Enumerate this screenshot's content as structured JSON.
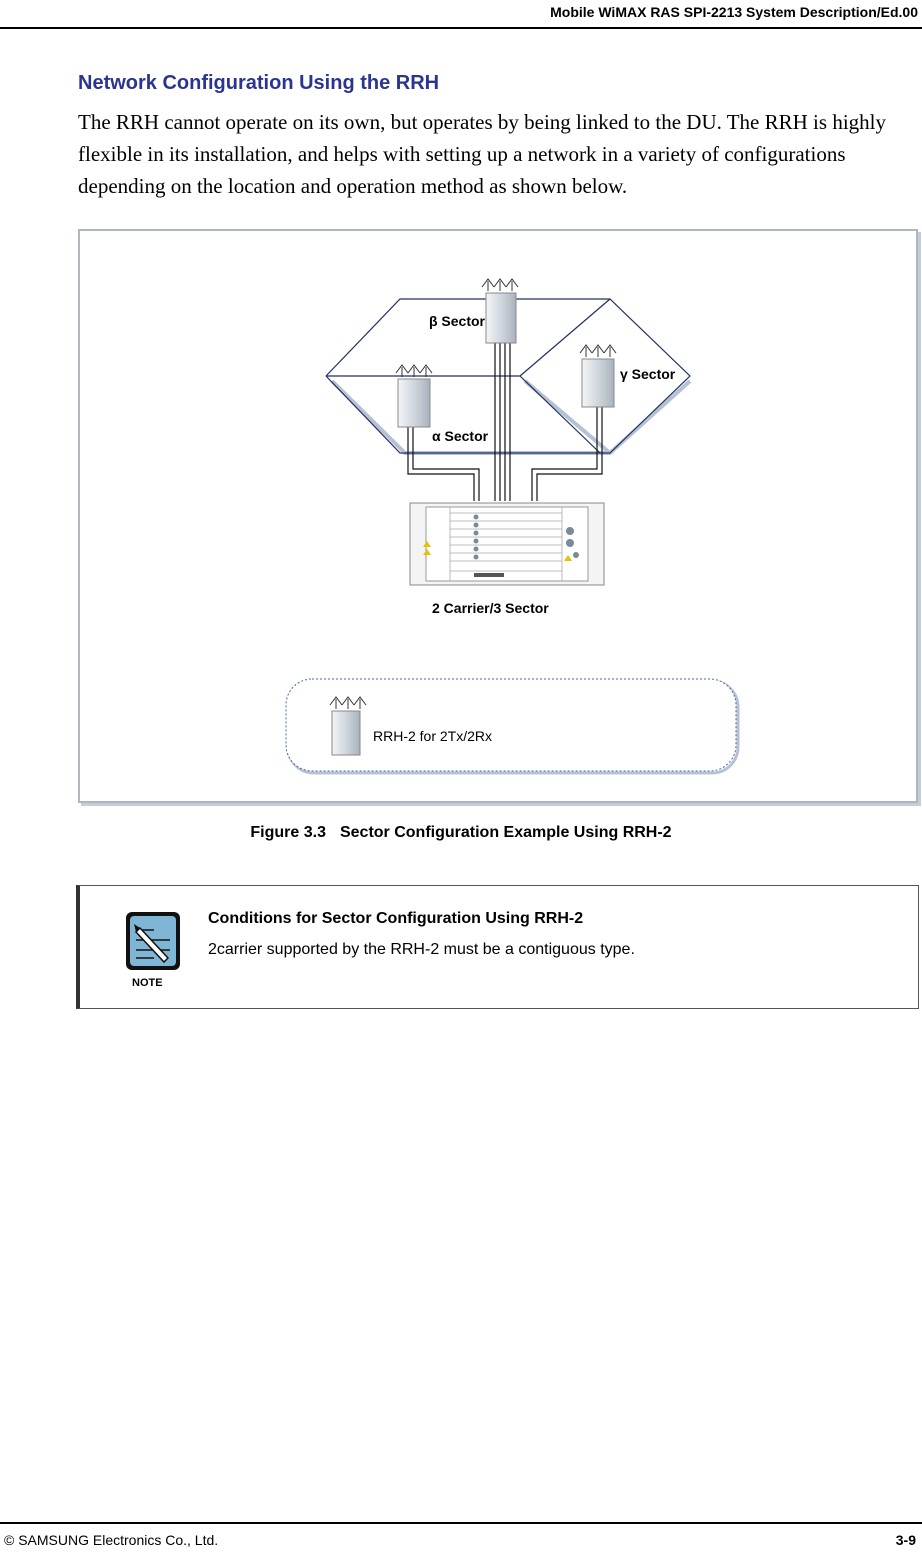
{
  "header": {
    "title": "Mobile WiMAX RAS SPI-2213 System Description/Ed.00"
  },
  "section": {
    "title": "Network Configuration Using the RRH",
    "paragraph": "The RRH cannot operate on its own, but operates by being linked to the DU. The RRH is highly flexible in its installation, and helps with setting up a network in a variety of configurations depending on the location and operation method as shown below."
  },
  "figure": {
    "labels": {
      "beta": "β Sector",
      "gamma": "γ Sector",
      "alpha": "α Sector",
      "du": "2 Carrier/3 Sector",
      "legend": "RRH-2 for 2Tx/2Rx"
    },
    "caption_number": "Figure 3.3",
    "caption_text": "Sector Configuration Example Using RRH-2"
  },
  "note": {
    "icon": "note-pen-icon",
    "label": "NOTE",
    "title": "Conditions for Sector Configuration Using RRH-2",
    "text": "2carrier supported by the RRH-2 must be a contiguous type."
  },
  "footer": {
    "left": "© SAMSUNG Electronics Co., Ltd.",
    "right": "3-9"
  }
}
